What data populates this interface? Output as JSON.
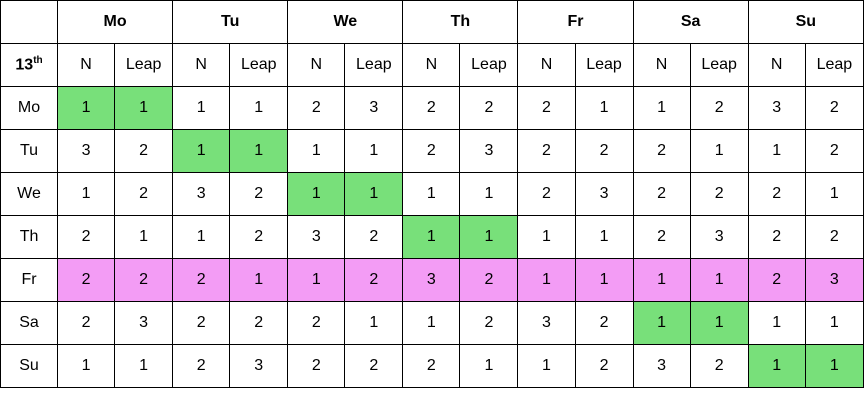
{
  "days": [
    "Mo",
    "Tu",
    "We",
    "Th",
    "Fr",
    "Sa",
    "Su"
  ],
  "corner": {
    "main": "13",
    "sup": "th"
  },
  "sub_headers": [
    "N",
    "Leap"
  ],
  "rows": [
    {
      "label": "Mo",
      "values": [
        "1",
        "1",
        "1",
        "1",
        "2",
        "3",
        "2",
        "2",
        "2",
        "1",
        "1",
        "2",
        "3",
        "2"
      ]
    },
    {
      "label": "Tu",
      "values": [
        "3",
        "2",
        "1",
        "1",
        "1",
        "1",
        "2",
        "3",
        "2",
        "2",
        "2",
        "1",
        "1",
        "2"
      ]
    },
    {
      "label": "We",
      "values": [
        "1",
        "2",
        "3",
        "2",
        "1",
        "1",
        "1",
        "1",
        "2",
        "3",
        "2",
        "2",
        "2",
        "1"
      ]
    },
    {
      "label": "Th",
      "values": [
        "2",
        "1",
        "1",
        "2",
        "3",
        "2",
        "1",
        "1",
        "1",
        "1",
        "2",
        "3",
        "2",
        "2"
      ]
    },
    {
      "label": "Fr",
      "values": [
        "2",
        "2",
        "2",
        "1",
        "1",
        "2",
        "3",
        "2",
        "1",
        "1",
        "1",
        "1",
        "2",
        "3"
      ]
    },
    {
      "label": "Sa",
      "values": [
        "2",
        "3",
        "2",
        "2",
        "2",
        "1",
        "1",
        "2",
        "3",
        "2",
        "1",
        "1",
        "1",
        "1"
      ]
    },
    {
      "label": "Su",
      "values": [
        "1",
        "1",
        "2",
        "3",
        "2",
        "2",
        "2",
        "1",
        "1",
        "2",
        "3",
        "2",
        "1",
        "1"
      ]
    }
  ],
  "highlight": {
    "diagonal": "#78e07a",
    "friday_row": "#f39cf5"
  }
}
